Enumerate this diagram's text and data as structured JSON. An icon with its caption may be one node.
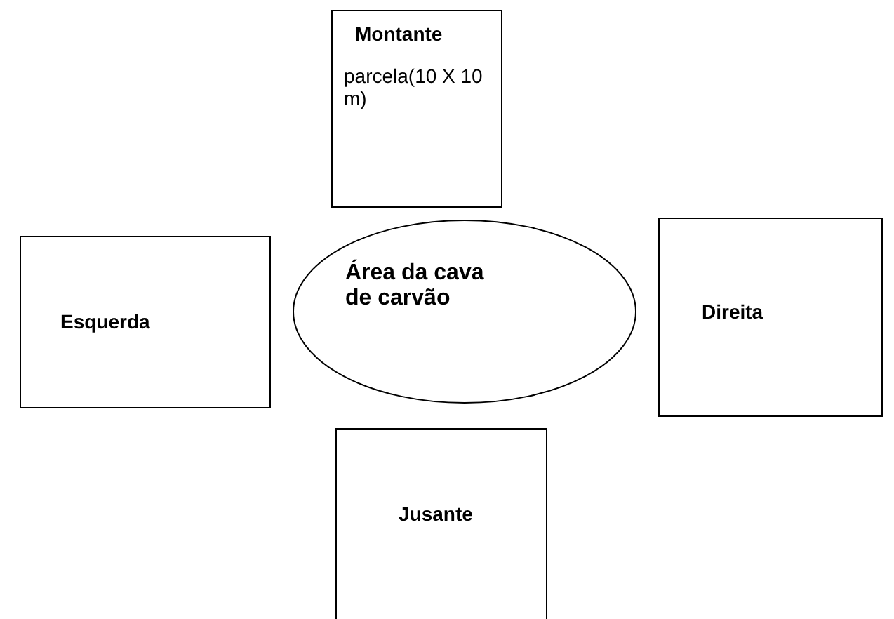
{
  "diagram": {
    "nodes": [
      {
        "text": [
          "Montante",
          "parcela(10 X 10 m)"
        ]
      },
      {
        "text": [
          "Esquerda"
        ]
      },
      {
        "text": [
          "Área da cava de carvão"
        ]
      },
      {
        "text": [
          "Direita"
        ]
      },
      {
        "text": [
          "Jusante"
        ]
      }
    ]
  }
}
